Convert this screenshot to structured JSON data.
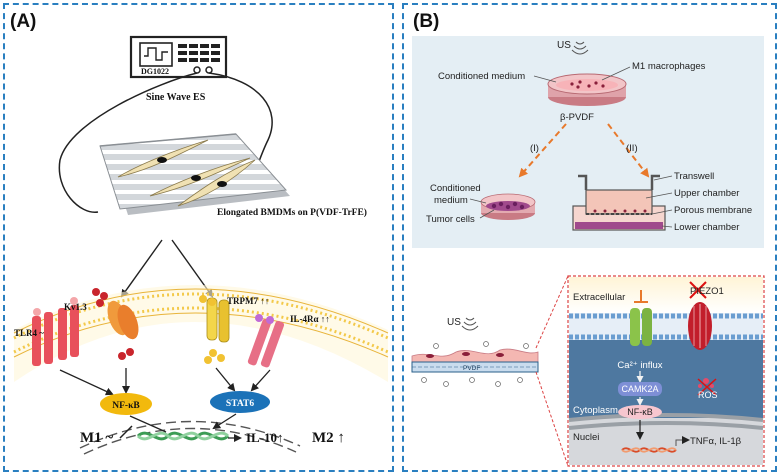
{
  "panel_a": {
    "label": "(A)",
    "device_label": "DG1022",
    "signal_label": "Sine Wave ES",
    "substrate_label": "Elongated BMDMs on P(VDF-TrFE)",
    "kv13": "Kv1.3",
    "trpm7": "TRPM7 ↑↑",
    "il4ra": "IL-4Rα ↑↑",
    "tlr4": "TLR4 ~",
    "nfkb": "NF-κB",
    "stat6": "STAT6",
    "m1": "M1 ~",
    "il10": "IL-10↑",
    "m2": "M2 ↑"
  },
  "panel_b": {
    "label": "(B)",
    "us_top": "US",
    "conditioned_medium": "Conditioned medium",
    "m1_macrophages": "M1 macrophages",
    "bpvdf": "β-PVDF",
    "route_i": "(I)",
    "route_ii": "(II)",
    "cond_medium_line1": "Conditioned",
    "cond_medium_line2": "medium",
    "tumor_cells": "Tumor cells",
    "transwell": "Transwell",
    "upper_chamber": "Upper chamber",
    "porous_membrane": "Porous membrane",
    "lower_chamber": "Lower chamber",
    "us_bottom": "US",
    "pvdf": "PVDF",
    "extracellular": "Extracellular",
    "piezo1": "PIEZO1",
    "ca_influx": "Ca²⁺ influx",
    "camk2a": "CAMK2A",
    "ros": "ROS",
    "cytoplasm": "Cytoplasm",
    "nfkb": "NF-κB",
    "nuclei": "Nuclei",
    "cytokines": "TNFα, IL-1β"
  },
  "colors": {
    "dashed_border": "#2a7fc0",
    "top_b_bg": "#e4eef4",
    "inset_bg": "#4e78a0",
    "nfkb_fill": "#f2b90d",
    "stat6_fill": "#1b72b8",
    "arrow_orange": "#e8792b"
  }
}
